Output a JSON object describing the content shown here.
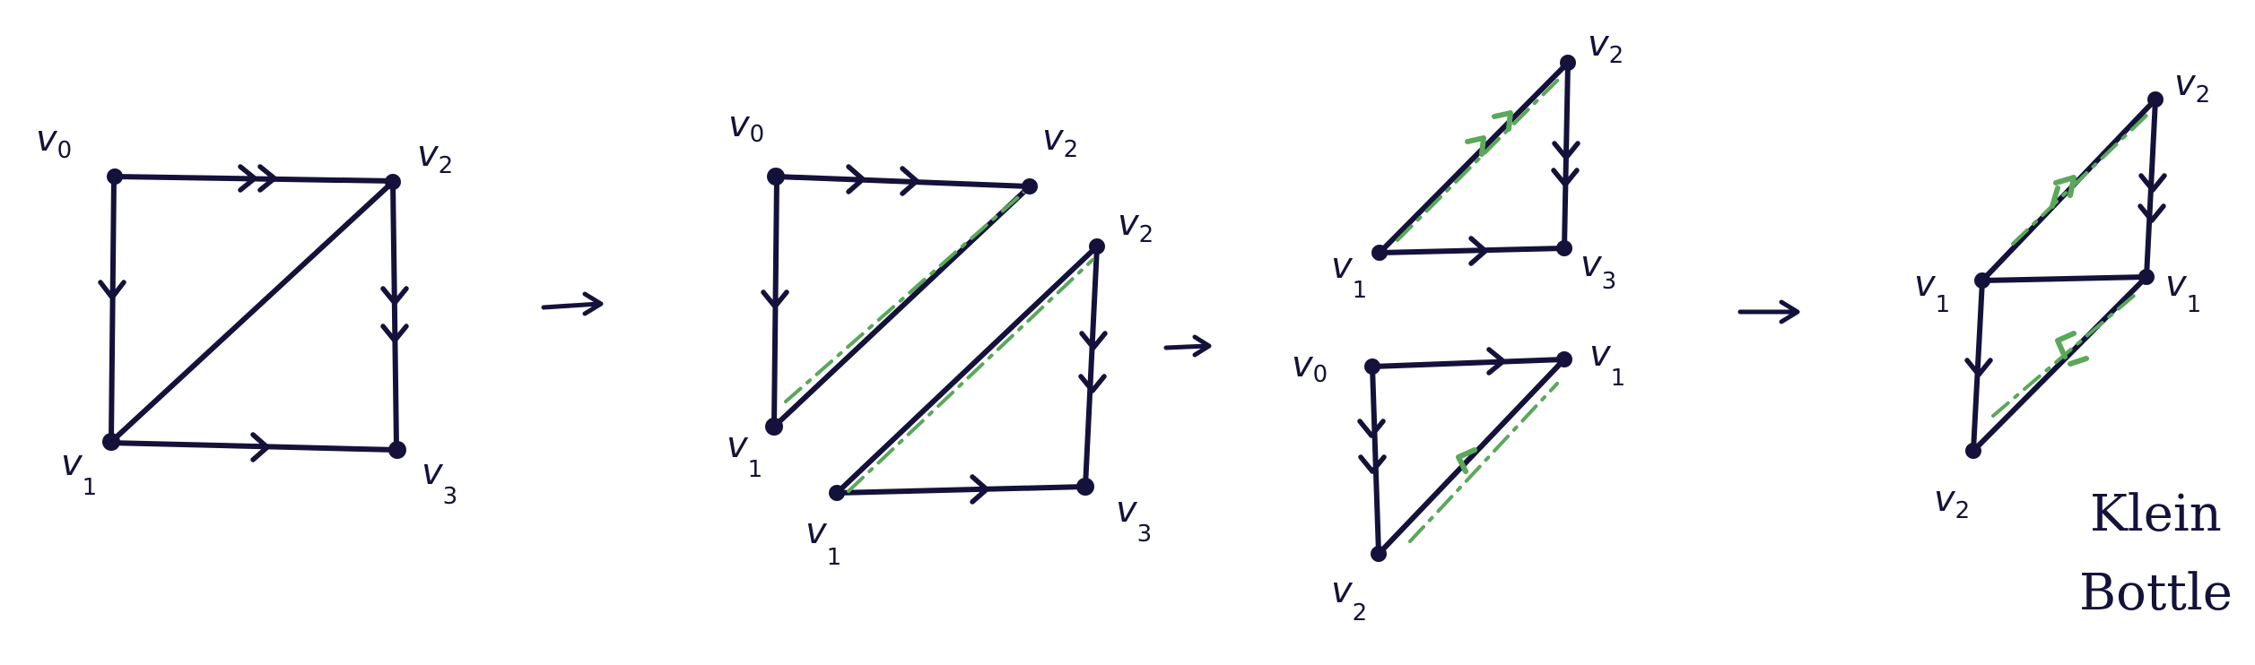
{
  "vertex_labels": {
    "base": "v",
    "v0": "0",
    "v1": "1",
    "v2": "2",
    "v3": "3"
  },
  "caption": {
    "line1": "Klein",
    "line2": "Bottle"
  },
  "colors": {
    "ink": "#14123a",
    "glue": "#5aa85a",
    "background": "#ffffff"
  }
}
